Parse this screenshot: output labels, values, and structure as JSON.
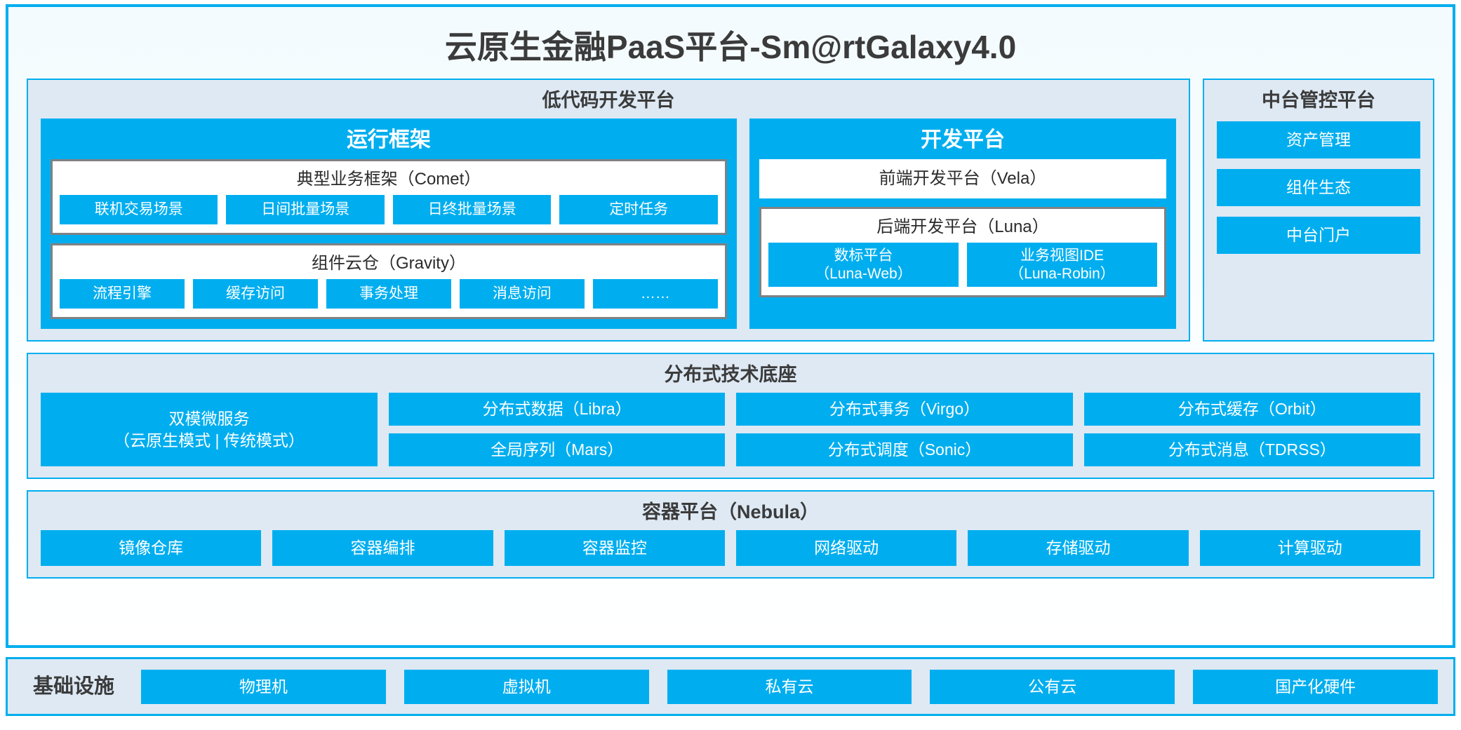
{
  "title": "云原生金融PaaS平台-Sm@rtGalaxy4.0",
  "lowcode": {
    "title": "低代码开发平台",
    "runtime": {
      "title": "运行框架",
      "comet": {
        "title": "典型业务框架（Comet）",
        "items": [
          "联机交易场景",
          "日间批量场景",
          "日终批量场景",
          "定时任务"
        ]
      },
      "gravity": {
        "title": "组件云仓（Gravity）",
        "items": [
          "流程引擎",
          "缓存访问",
          "事务处理",
          "消息访问",
          "……"
        ]
      }
    },
    "devplatform": {
      "title": "开发平台",
      "frontend": "前端开发平台（Vela）",
      "backend": {
        "title": "后端开发平台（Luna）",
        "items": [
          {
            "name": "数标平台",
            "code": "（Luna-Web）"
          },
          {
            "name": "业务视图IDE",
            "code": "（Luna-Robin）"
          }
        ]
      }
    }
  },
  "zhongtai": {
    "title": "中台管控平台",
    "items": [
      "资产管理",
      "组件生态",
      "中台门户"
    ]
  },
  "distributed": {
    "title": "分布式技术底座",
    "microservice": {
      "line1": "双模微服务",
      "line2": "（云原生模式 | 传统模式）"
    },
    "columns": [
      [
        "分布式数据（Libra）",
        "全局序列（Mars）"
      ],
      [
        "分布式事务（Virgo）",
        "分布式调度（Sonic）"
      ],
      [
        "分布式缓存（Orbit）",
        "分布式消息（TDRSS）"
      ]
    ]
  },
  "container": {
    "title": "容器平台（Nebula）",
    "items": [
      "镜像仓库",
      "容器编排",
      "容器监控",
      "网络驱动",
      "存储驱动",
      "计算驱动"
    ]
  },
  "infrastructure": {
    "label": "基础设施",
    "items": [
      "物理机",
      "虚拟机",
      "私有云",
      "公有云",
      "国产化硬件"
    ]
  },
  "colors": {
    "accent": "#00AEEF",
    "panel_bg": "#DEE9F4",
    "page_bg": "#F4FBFE",
    "group_border": "#808184",
    "text_dark": "#3B3B3B"
  }
}
